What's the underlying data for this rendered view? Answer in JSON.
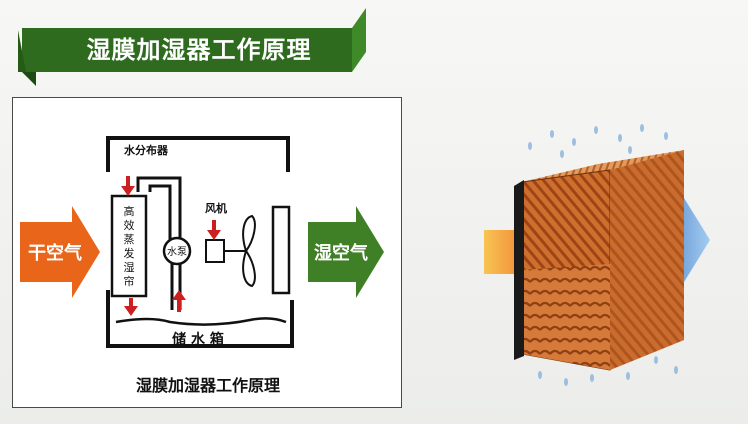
{
  "title": {
    "text": "湿膜加湿器工作原理"
  },
  "diagram": {
    "water_distributor": "水分布器",
    "media_chars": [
      "高",
      "效",
      "蒸",
      "发",
      "湿",
      "帘"
    ],
    "pump": "水泵",
    "fan": "风机",
    "tank": "储  水  箱",
    "dry_air": "干空气",
    "humid_air": "湿空气",
    "caption": "湿膜加湿器工作原理"
  },
  "colors": {
    "banner_green": "#2e6b1e",
    "dry_arrow_orange": "#e8651a",
    "humid_arrow_green": "#3f7f25",
    "flow_arrow_red": "#cc1f1f",
    "media_orange": "#c8652a"
  }
}
